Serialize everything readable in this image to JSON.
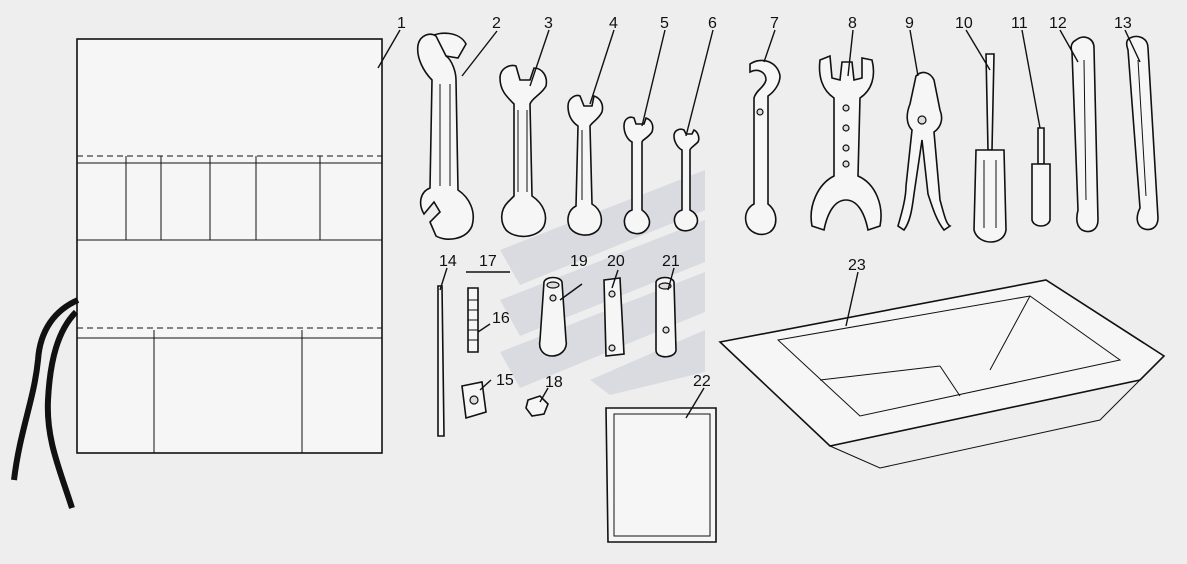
{
  "labels": [
    "1",
    "2",
    "3",
    "4",
    "5",
    "6",
    "7",
    "8",
    "9",
    "10",
    "11",
    "12",
    "13",
    "14",
    "15",
    "16",
    "17",
    "18",
    "19",
    "20",
    "21",
    "22",
    "23"
  ],
  "colors": {
    "background": "#eeeeee",
    "ink": "#111111",
    "watermark": "#c9cdd6"
  },
  "icons": {
    "watermark": "stylized-arrow-logo"
  }
}
